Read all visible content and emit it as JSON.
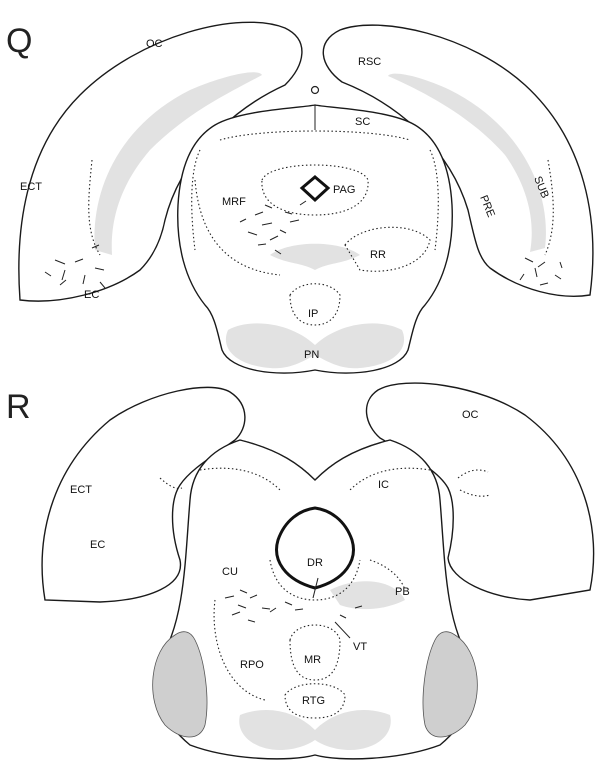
{
  "panel_q": {
    "letter": "Q",
    "labels": {
      "oc": "OC",
      "rsc": "RSC",
      "sc": "SC",
      "pag": "PAG",
      "mrf": "MRF",
      "rr": "RR",
      "ip": "IP",
      "pn": "PN",
      "ect": "ECT",
      "ec": "EC",
      "pre": "PRE",
      "sub": "SUB"
    }
  },
  "panel_r": {
    "letter": "R",
    "labels": {
      "oc": "OC",
      "ic": "IC",
      "ect": "ECT",
      "ec": "EC",
      "cu": "CU",
      "dr": "DR",
      "pb": "PB",
      "vt": "VT",
      "rpo": "RPO",
      "mr": "MR",
      "rtg": "RTG"
    }
  }
}
